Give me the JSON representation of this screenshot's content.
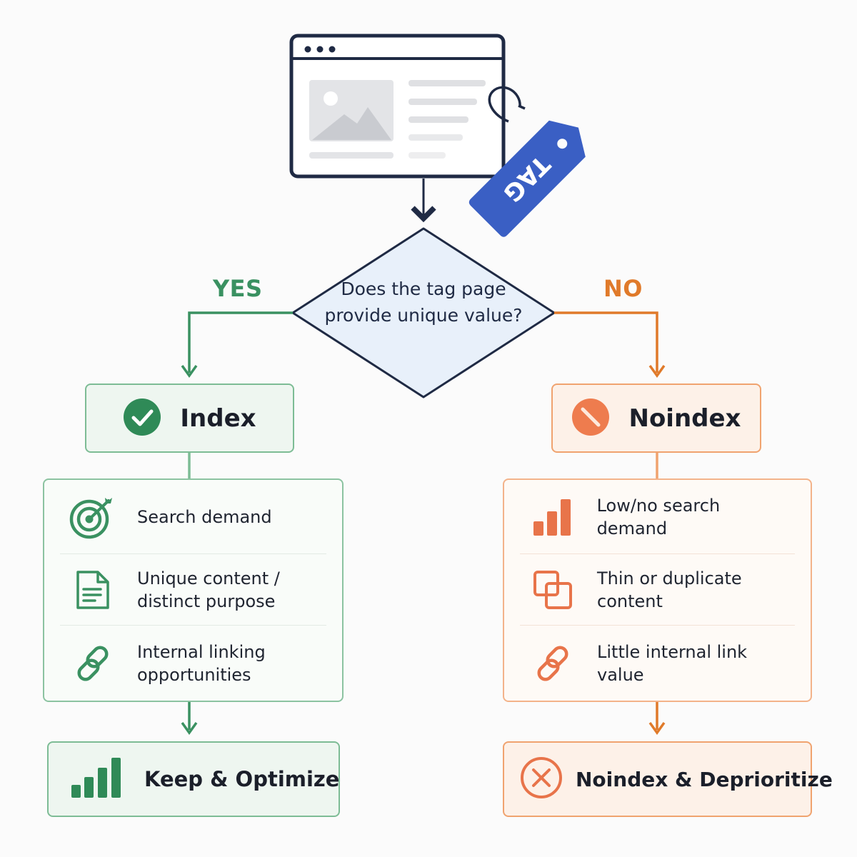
{
  "top": {
    "browser_icon": "browser-window-icon",
    "tag_label": "TAG"
  },
  "decision": {
    "question": "Does the tag page provide unique value?",
    "yes_label": "YES",
    "no_label": "NO"
  },
  "index_branch": {
    "title": "Index",
    "icon": "check-circle-icon",
    "criteria": [
      {
        "icon": "target-icon",
        "text": "Search demand"
      },
      {
        "icon": "document-icon",
        "text": "Unique content / distinct purpose"
      },
      {
        "icon": "link-icon",
        "text": "Internal linking opportunities"
      }
    ],
    "result": {
      "icon": "bar-chart-icon",
      "text": "Keep & Optimize"
    }
  },
  "noindex_branch": {
    "title": "Noindex",
    "icon": "prohibited-icon",
    "criteria": [
      {
        "icon": "bar-chart-icon",
        "text": "Low/no search demand"
      },
      {
        "icon": "duplicate-icon",
        "text": "Thin or duplicate content"
      },
      {
        "icon": "link-icon",
        "text": "Little internal link value"
      }
    ],
    "result": {
      "icon": "x-circle-icon",
      "text": "Noindex & Deprioritize"
    }
  },
  "colors": {
    "navy": "#1f2a44",
    "green": "#3a9161",
    "orange": "#e07a2a",
    "tag_blue": "#3a5fc4"
  }
}
